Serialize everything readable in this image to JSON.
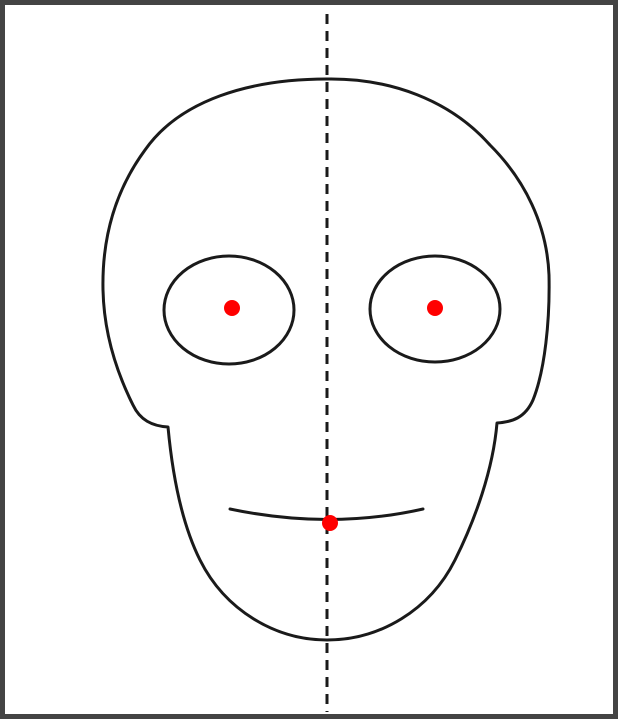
{
  "figure": {
    "subject": "skull-face-outline-with-symmetry-axis",
    "colors": {
      "outline": "#1a1a1a",
      "frame": "#444444",
      "marker": "#ff0000",
      "axis": "#1a1a1a",
      "background": "#ffffff"
    },
    "axis_style": "dashed",
    "marker_count": 3
  }
}
